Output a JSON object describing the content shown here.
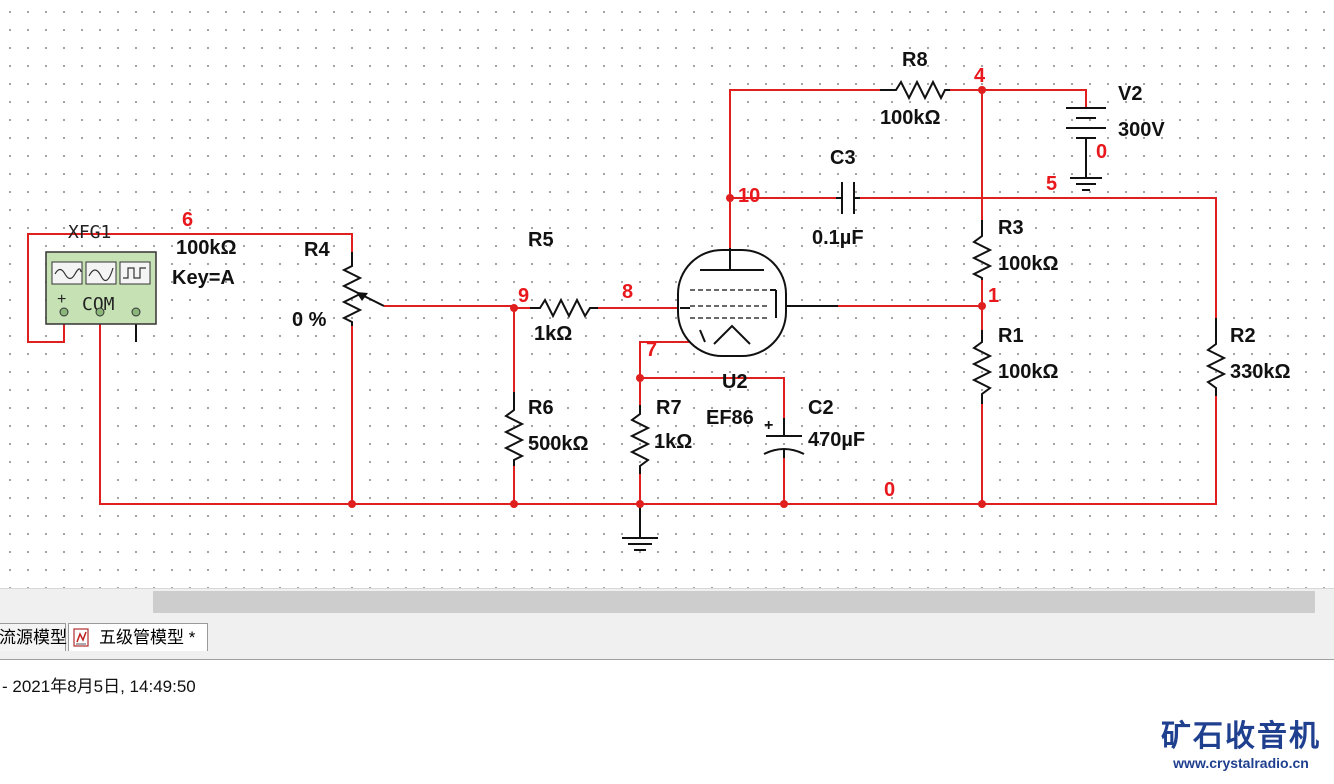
{
  "components": {
    "xfg1": {
      "ref": "XFG1",
      "com_label": "COM",
      "plus": "+"
    },
    "r4": {
      "ref": "R4",
      "value": "100kΩ",
      "key": "Key=A",
      "setting": "0 %"
    },
    "r5": {
      "ref": "R5",
      "value": "1kΩ"
    },
    "r6": {
      "ref": "R6",
      "value": "500kΩ"
    },
    "r7": {
      "ref": "R7",
      "value": "1kΩ"
    },
    "c2": {
      "ref": "C2",
      "value": "470µF",
      "plus": "+"
    },
    "c3": {
      "ref": "C3",
      "value": "0.1µF"
    },
    "u2": {
      "ref": "U2",
      "model": "EF86"
    },
    "r8": {
      "ref": "R8",
      "value": "100kΩ"
    },
    "v2": {
      "ref": "V2",
      "value": "300V"
    },
    "r3": {
      "ref": "R3",
      "value": "100kΩ"
    },
    "r1": {
      "ref": "R1",
      "value": "100kΩ"
    },
    "r2": {
      "ref": "R2",
      "value": "330kΩ"
    }
  },
  "nodes": {
    "n0_bottom": "0",
    "n0_v2": "0",
    "n1": "1",
    "n4": "4",
    "n5": "5",
    "n6": "6",
    "n7": "7",
    "n8": "8",
    "n9": "9",
    "n10": "10"
  },
  "tabs": [
    {
      "label": "流源模型"
    },
    {
      "label": "五级管模型 *"
    }
  ],
  "status": {
    "text": "-  2021年8月5日, 14:49:50"
  },
  "watermark": {
    "title": "矿石收音机",
    "url": "www.crystalradio.cn"
  },
  "colors": {
    "wire": "#e0201e",
    "node_label": "#e8181c",
    "watermark": "#1f3f8f"
  }
}
